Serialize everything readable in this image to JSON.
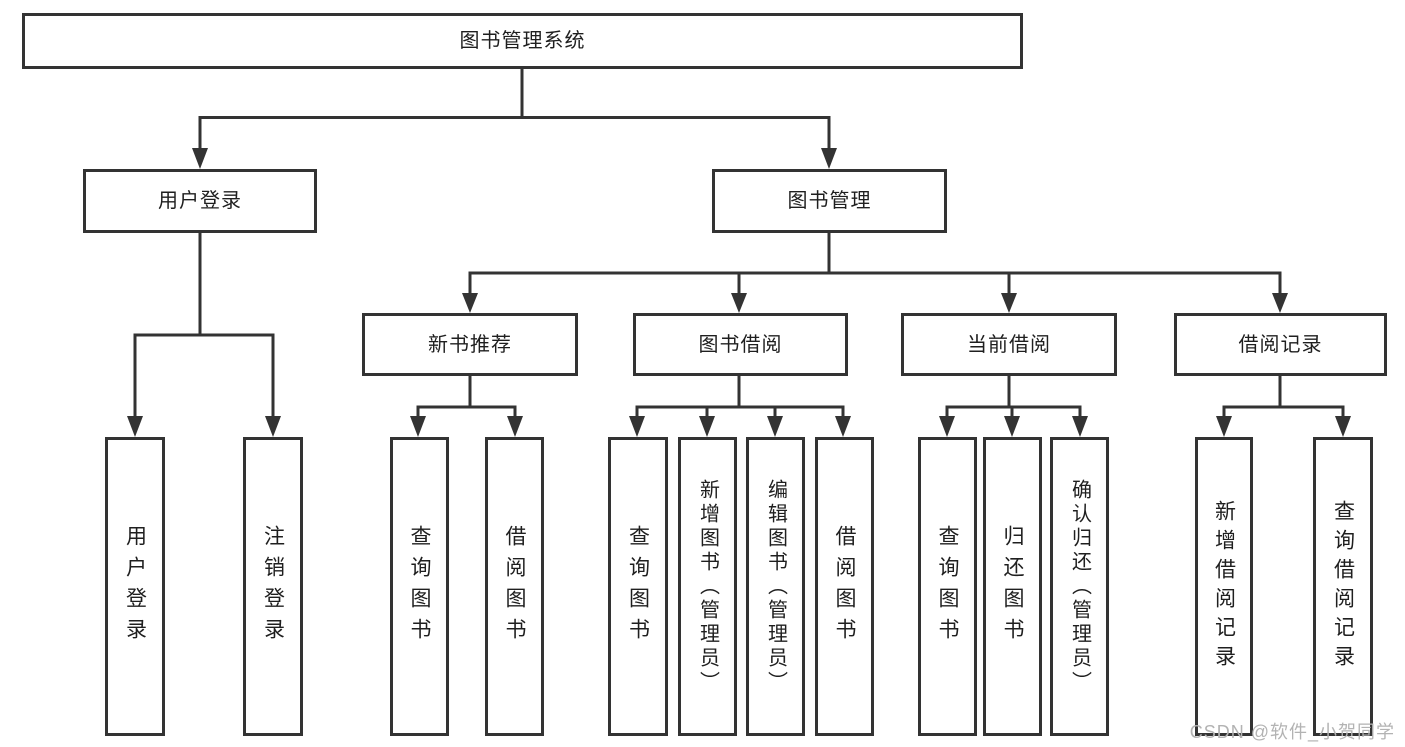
{
  "diagram": {
    "root": {
      "label": "图书管理系统"
    },
    "level2": [
      {
        "label": "用户登录"
      },
      {
        "label": "图书管理"
      }
    ],
    "level3": [
      {
        "label": "新书推荐",
        "parent": "图书管理"
      },
      {
        "label": "图书借阅",
        "parent": "图书管理"
      },
      {
        "label": "当前借阅",
        "parent": "图书管理"
      },
      {
        "label": "借阅记录",
        "parent": "图书管理"
      }
    ],
    "leaves": [
      {
        "label": "用户登录",
        "parent": "用户登录"
      },
      {
        "label": "注销登录",
        "parent": "用户登录"
      },
      {
        "label": "查询图书",
        "parent": "新书推荐"
      },
      {
        "label": "借阅图书",
        "parent": "新书推荐"
      },
      {
        "label": "查询图书",
        "parent": "图书借阅"
      },
      {
        "label": "新增图书（管理员）",
        "parent": "图书借阅"
      },
      {
        "label": "编辑图书（管理员）",
        "parent": "图书借阅"
      },
      {
        "label": "借阅图书",
        "parent": "图书借阅"
      },
      {
        "label": "查询图书",
        "parent": "当前借阅"
      },
      {
        "label": "归还图书",
        "parent": "当前借阅"
      },
      {
        "label": "确认归还（管理员）",
        "parent": "当前借阅"
      },
      {
        "label": "新增借阅记录",
        "parent": "借阅记录"
      },
      {
        "label": "查询借阅记录",
        "parent": "借阅记录"
      }
    ]
  },
  "watermark": {
    "text": "CSDN @软件_小贺同学"
  },
  "colors": {
    "line": "#333333",
    "text": "#1f1f1f",
    "watermark": "#b3b3b3",
    "background": "#ffffff"
  }
}
